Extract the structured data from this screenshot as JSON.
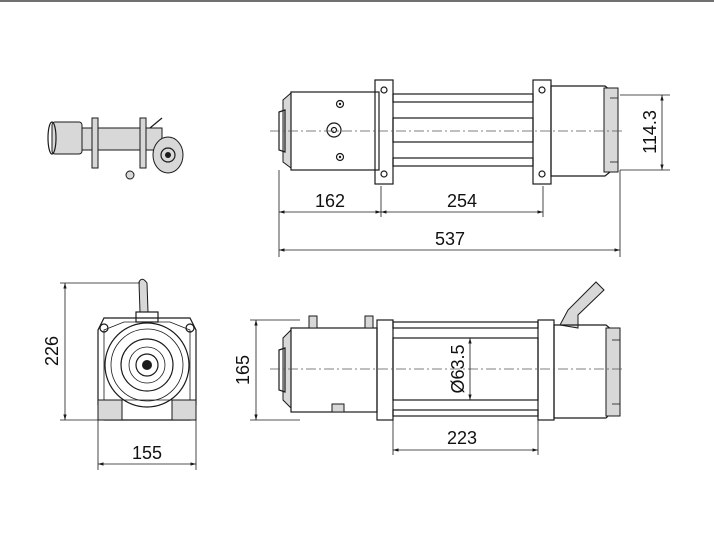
{
  "dimensions": {
    "top_view": {
      "left_section": "162",
      "middle_section": "254",
      "overall_length": "537",
      "height": "114.3"
    },
    "front_view": {
      "height": "226",
      "width": "155"
    },
    "side_view": {
      "height": "165",
      "drum_diameter": "Ø63.5",
      "drum_length": "223"
    }
  },
  "colors": {
    "line": "#1a1a1a",
    "shade": "#d8d8d8",
    "background": "#ffffff"
  }
}
